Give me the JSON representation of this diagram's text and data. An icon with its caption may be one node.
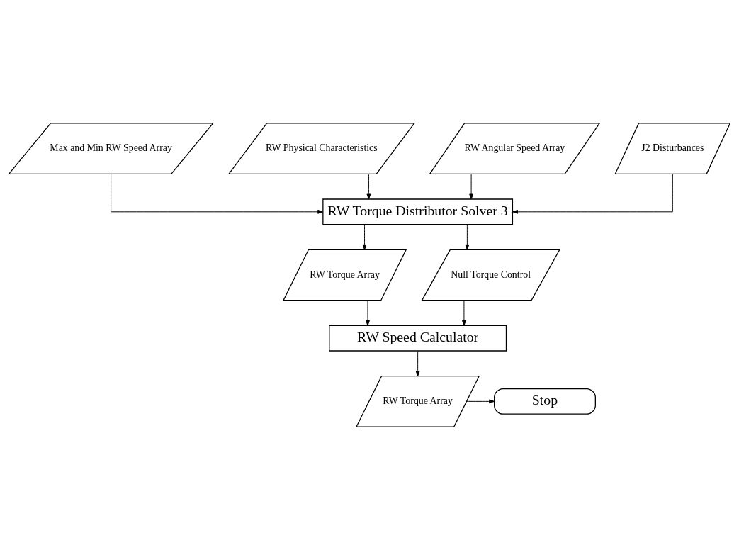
{
  "diagram": {
    "nodes": [
      {
        "text": [
          "Max and Min RW Speed Array"
        ]
      },
      {
        "text": [
          "RW Physical Characteristics"
        ]
      },
      {
        "text": [
          "RW Angular Speed Array"
        ]
      },
      {
        "text": [
          "J2 Disturbances"
        ]
      },
      {
        "text": [
          "RW Torque Distributor Solver 3"
        ]
      },
      {
        "text": [
          "RW Torque Array"
        ]
      },
      {
        "text": [
          "Null Torque Control"
        ]
      },
      {
        "text": [
          "RW Speed Calculator"
        ]
      },
      {
        "text": [
          "RW Torque Array"
        ]
      },
      {
        "text": [
          "Stop"
        ]
      }
    ],
    "edges": [
      {
        "from": 0,
        "to": 4,
        "arrow": "to"
      },
      {
        "from": 1,
        "to": 4,
        "arrow": "to"
      },
      {
        "from": 2,
        "to": 4,
        "arrow": "to"
      },
      {
        "from": 3,
        "to": 4,
        "arrow": "to"
      },
      {
        "from": 4,
        "to": 5,
        "arrow": "to"
      },
      {
        "from": 4,
        "to": 6,
        "arrow": "to"
      },
      {
        "from": 5,
        "to": 7,
        "arrow": "to"
      },
      {
        "from": 6,
        "to": 7,
        "arrow": "to"
      },
      {
        "from": 7,
        "to": 8,
        "arrow": "to"
      },
      {
        "from": 8,
        "to": 9,
        "arrow": "to"
      }
    ]
  }
}
